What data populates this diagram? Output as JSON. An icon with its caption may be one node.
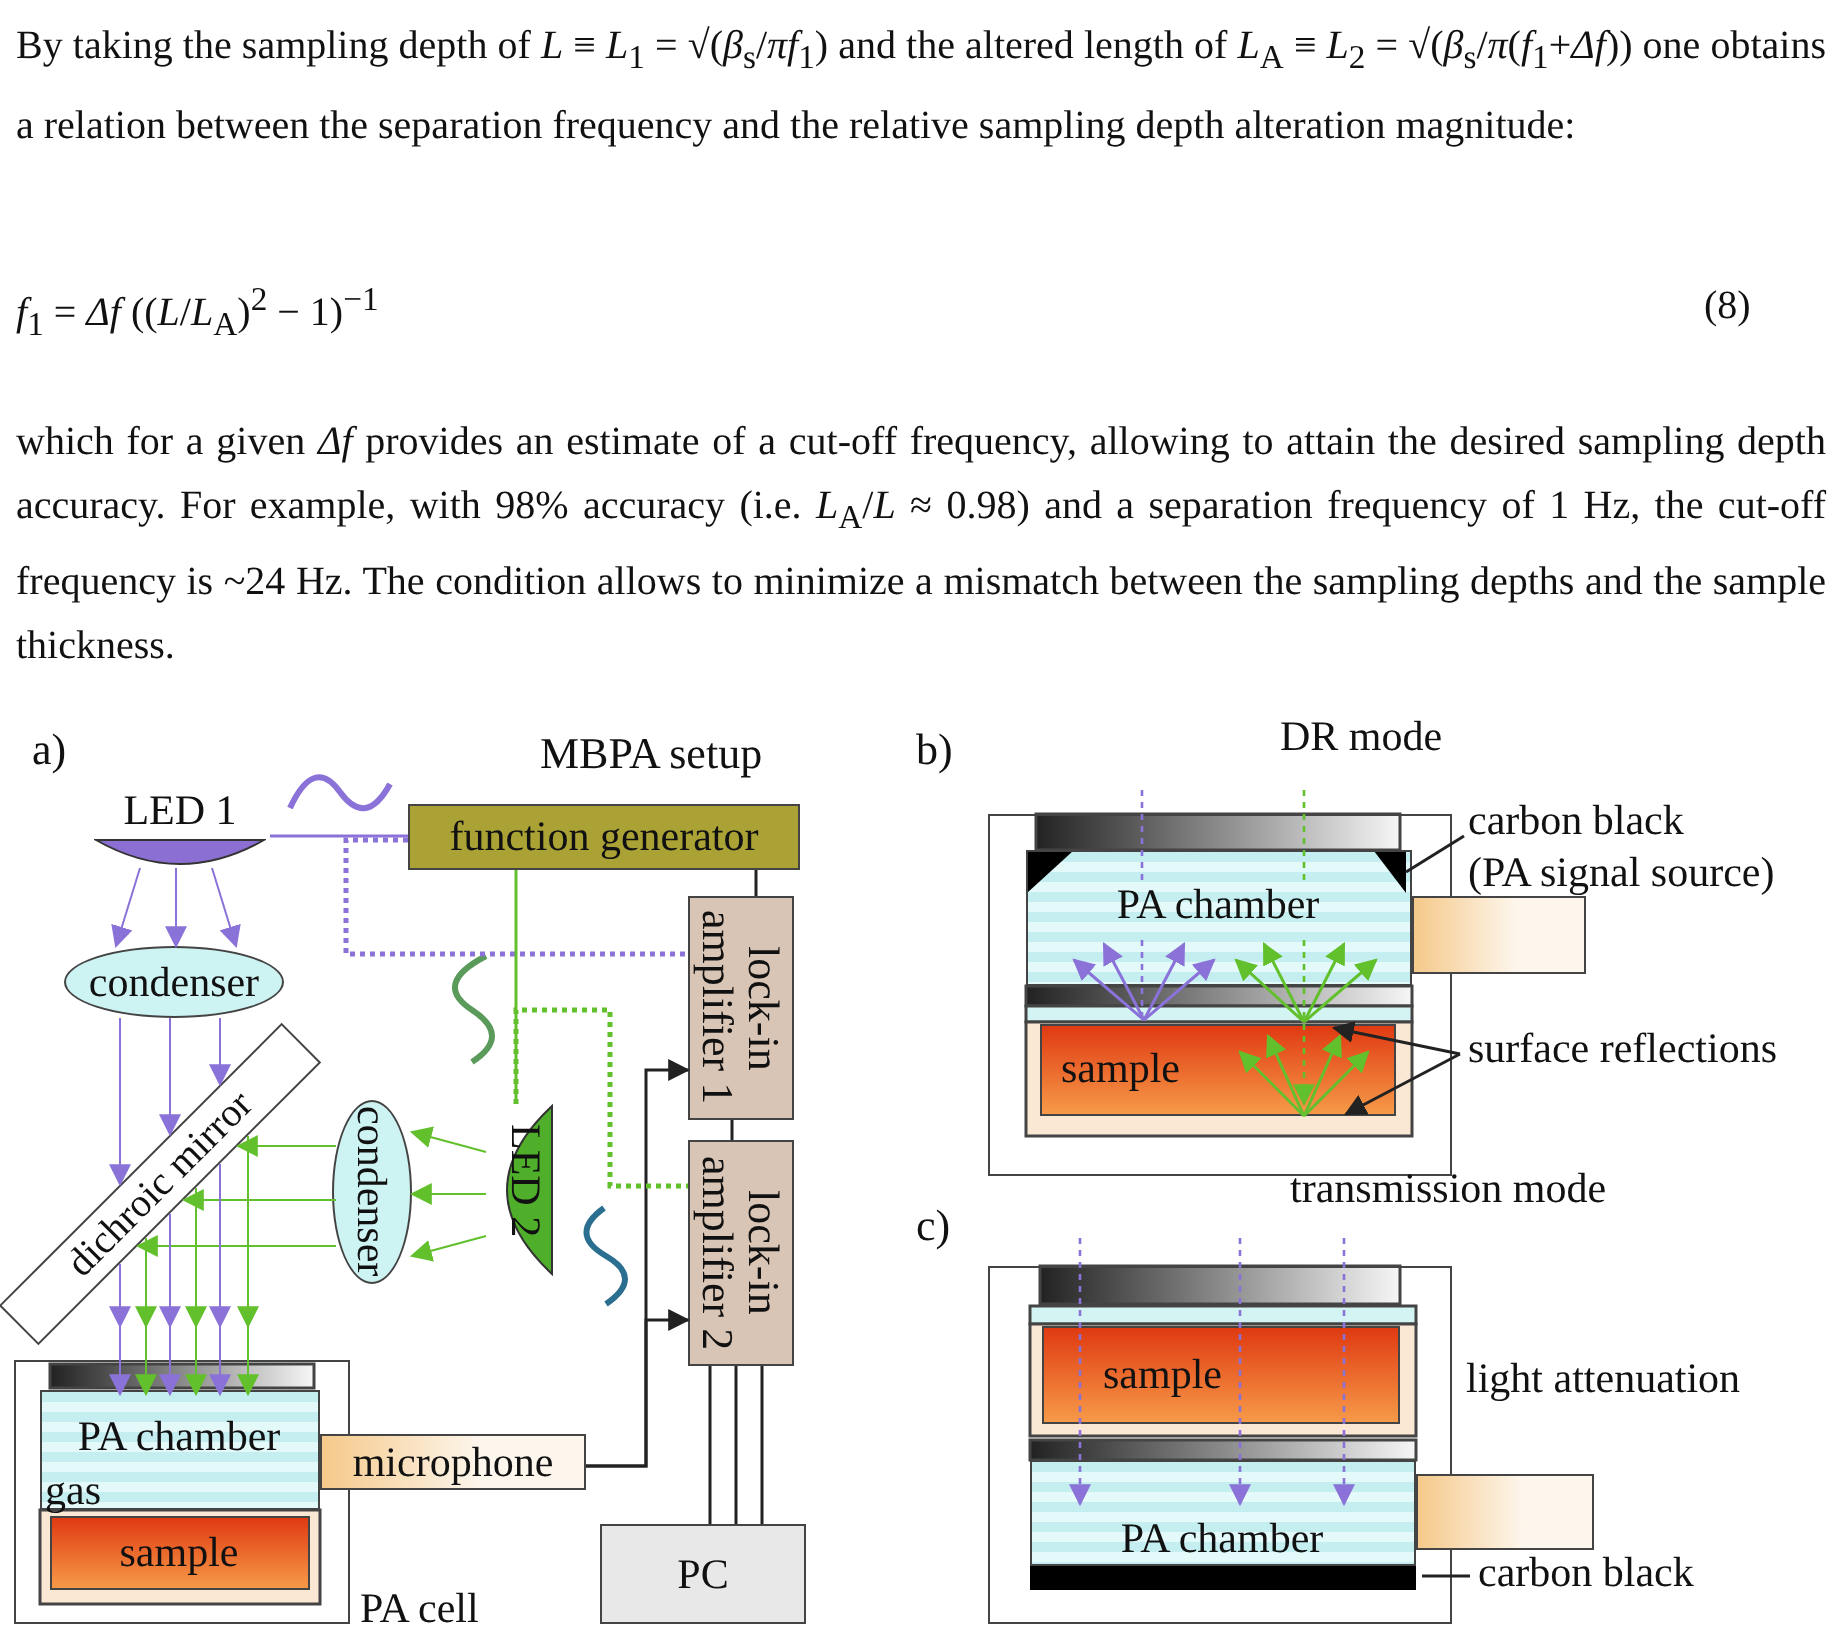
{
  "diagram": {
    "nodes": [
      {
        "text": [
          "LED 1"
        ]
      },
      {
        "text": [
          "function generator"
        ]
      },
      {
        "text": [
          "condenser"
        ]
      },
      {
        "text": [
          "dichroic mirror"
        ]
      },
      {
        "text": [
          "condenser"
        ]
      },
      {
        "text": [
          "LED 2"
        ]
      },
      {
        "text": [
          "lock-in amplifier 1"
        ]
      },
      {
        "text": [
          "lock-in amplifier 2"
        ]
      },
      {
        "text": [
          "PA cell"
        ]
      },
      {
        "text": [
          "PA chamber",
          "gas"
        ],
        "in": 8
      },
      {
        "text": [
          "sample"
        ],
        "in": 8
      },
      {
        "text": [
          "microphone"
        ]
      },
      {
        "text": [
          "PC"
        ]
      },
      {
        "text": [],
        "shape": "box"
      },
      {
        "text": [
          "PA chamber"
        ],
        "in": 13
      },
      {
        "text": [
          "sample"
        ],
        "in": 13
      },
      {
        "text": [],
        "shape": "box"
      },
      {
        "text": [
          "carbon black",
          "(PA signal source)"
        ]
      },
      {
        "text": [
          "surface reflections"
        ]
      },
      {
        "text": [],
        "shape": "box"
      },
      {
        "text": [
          "sample"
        ],
        "in": 19
      },
      {
        "text": [
          "PA chamber"
        ],
        "in": 19
      },
      {
        "text": [],
        "shape": "box"
      },
      {
        "text": [
          "carbon black"
        ]
      },
      {
        "text": [],
        "shape": "triangle",
        "in": 14
      },
      {
        "text": [],
        "shape": "triangle",
        "in": 14
      },
      {
        "text": [],
        "shape": "bar",
        "in": 19
      }
    ],
    "edges": [
      {
        "from": 0,
        "to": 1,
        "arrow": "none",
        "color": "#8a72d8"
      },
      {
        "from": 1,
        "to": 6,
        "arrow": "none",
        "style": "dashed",
        "color": "#8a72d8"
      },
      {
        "from": 1,
        "to": 6,
        "arrow": "none",
        "color": "#222222"
      },
      {
        "from": 6,
        "to": 7,
        "arrow": "none",
        "color": "#222222"
      },
      {
        "from": 7,
        "to": 12,
        "arrow": "none",
        "color": "#222222"
      },
      {
        "from": 7,
        "to": 12,
        "arrow": "none",
        "color": "#222222"
      },
      {
        "from": 7,
        "to": 12,
        "arrow": "none",
        "color": "#222222"
      },
      {
        "from": 11,
        "to": 6,
        "arrow": "to",
        "color": "#222222"
      },
      {
        "from": 11,
        "to": 7,
        "arrow": "to",
        "color": "#222222"
      },
      {
        "from": 5,
        "to": 1,
        "arrow": "none",
        "color": "#62c02c"
      },
      {
        "from": 5,
        "to": 7,
        "arrow": "none",
        "style": "dashed",
        "color": "#62c02c"
      },
      {
        "from": 0,
        "to": 2,
        "arrow": "to",
        "color": "#8a72d8"
      },
      {
        "from": 0,
        "to": 2,
        "arrow": "to",
        "color": "#8a72d8"
      },
      {
        "from": 0,
        "to": 2,
        "arrow": "to",
        "color": "#8a72d8"
      },
      {
        "from": 2,
        "to": 3,
        "arrow": "to",
        "color": "#8a72d8"
      },
      {
        "from": 2,
        "to": 3,
        "arrow": "to",
        "color": "#8a72d8"
      },
      {
        "from": 2,
        "to": 3,
        "arrow": "to",
        "color": "#8a72d8"
      },
      {
        "from": 5,
        "to": 4,
        "arrow": "to",
        "color": "#62c02c"
      },
      {
        "from": 5,
        "to": 4,
        "arrow": "to",
        "color": "#62c02c"
      },
      {
        "from": 5,
        "to": 4,
        "arrow": "to",
        "color": "#62c02c"
      },
      {
        "from": 4,
        "to": 3,
        "arrow": "to",
        "color": "#62c02c"
      },
      {
        "from": 4,
        "to": 3,
        "arrow": "to",
        "color": "#62c02c"
      },
      {
        "from": 4,
        "to": 3,
        "arrow": "to",
        "color": "#62c02c"
      },
      {
        "from": 3,
        "to": 9,
        "arrow": "to",
        "color": "#8a72d8"
      },
      {
        "from": 3,
        "to": 9,
        "arrow": "to",
        "color": "#62c02c"
      },
      {
        "from": 3,
        "to": 9,
        "arrow": "to",
        "color": "#8a72d8"
      },
      {
        "from": 3,
        "to": 9,
        "arrow": "to",
        "color": "#62c02c"
      },
      {
        "from": 3,
        "to": 9,
        "arrow": "to",
        "color": "#8a72d8"
      },
      {
        "from": 3,
        "to": 9,
        "arrow": "to",
        "color": "#62c02c"
      },
      {
        "from": 17,
        "to": 25,
        "arrow": "none",
        "color": "#222222"
      },
      {
        "from": 18,
        "to": 15,
        "arrow": "to",
        "color": "#222222"
      },
      {
        "from": 18,
        "to": 15,
        "arrow": "to",
        "color": "#222222"
      },
      {
        "from": 23,
        "to": 26,
        "arrow": "none",
        "color": "#222222"
      },
      {
        "from": null,
        "to": 15,
        "arrow": "to",
        "style": "dashed",
        "color": "#62c02c"
      },
      {
        "from": null,
        "to": 21,
        "arrow": "to",
        "style": "dashed",
        "color": "#8a72d8"
      },
      {
        "from": null,
        "to": 21,
        "arrow": "to",
        "style": "dashed",
        "color": "#8a72d8"
      },
      {
        "from": null,
        "to": 21,
        "arrow": "to",
        "style": "dashed",
        "color": "#8a72d8"
      }
    ],
    "labels": [
      "By taking the sampling depth of *L* ≡ *L*$_{1}$ = √(*β*$_{s}$/*πf*$_{1}$) and the altered length of *L*$_{A}$ ≡ *L*$_{2}$ = √(*β*$_{s}$/*π*(*f*$_{1}$+*Δf*)) one obtains a relation between the separation frequency and the relative sampling depth alteration magnitude:",
      "*f*$_{1}$ = *Δf* ((*L*/*L*$_{A}$)$^{2}$ − 1)$^{−1}$",
      "(8)",
      "which for a given *Δf* provides an estimate of a cut-off frequency, allowing to attain the desired sampling depth accuracy. For example, with 98% accuracy (i.e. *L*$_{A}$/*L* ≈ 0.98) and a separation frequency of 1 Hz, the cut-off frequency is ~24 Hz. The condition allows to minimize a mismatch between the sampling depths and the sample thickness.",
      "a)",
      "MBPA setup",
      "b)",
      "DR mode",
      "c)",
      "transmission mode",
      "light attenuation"
    ]
  }
}
